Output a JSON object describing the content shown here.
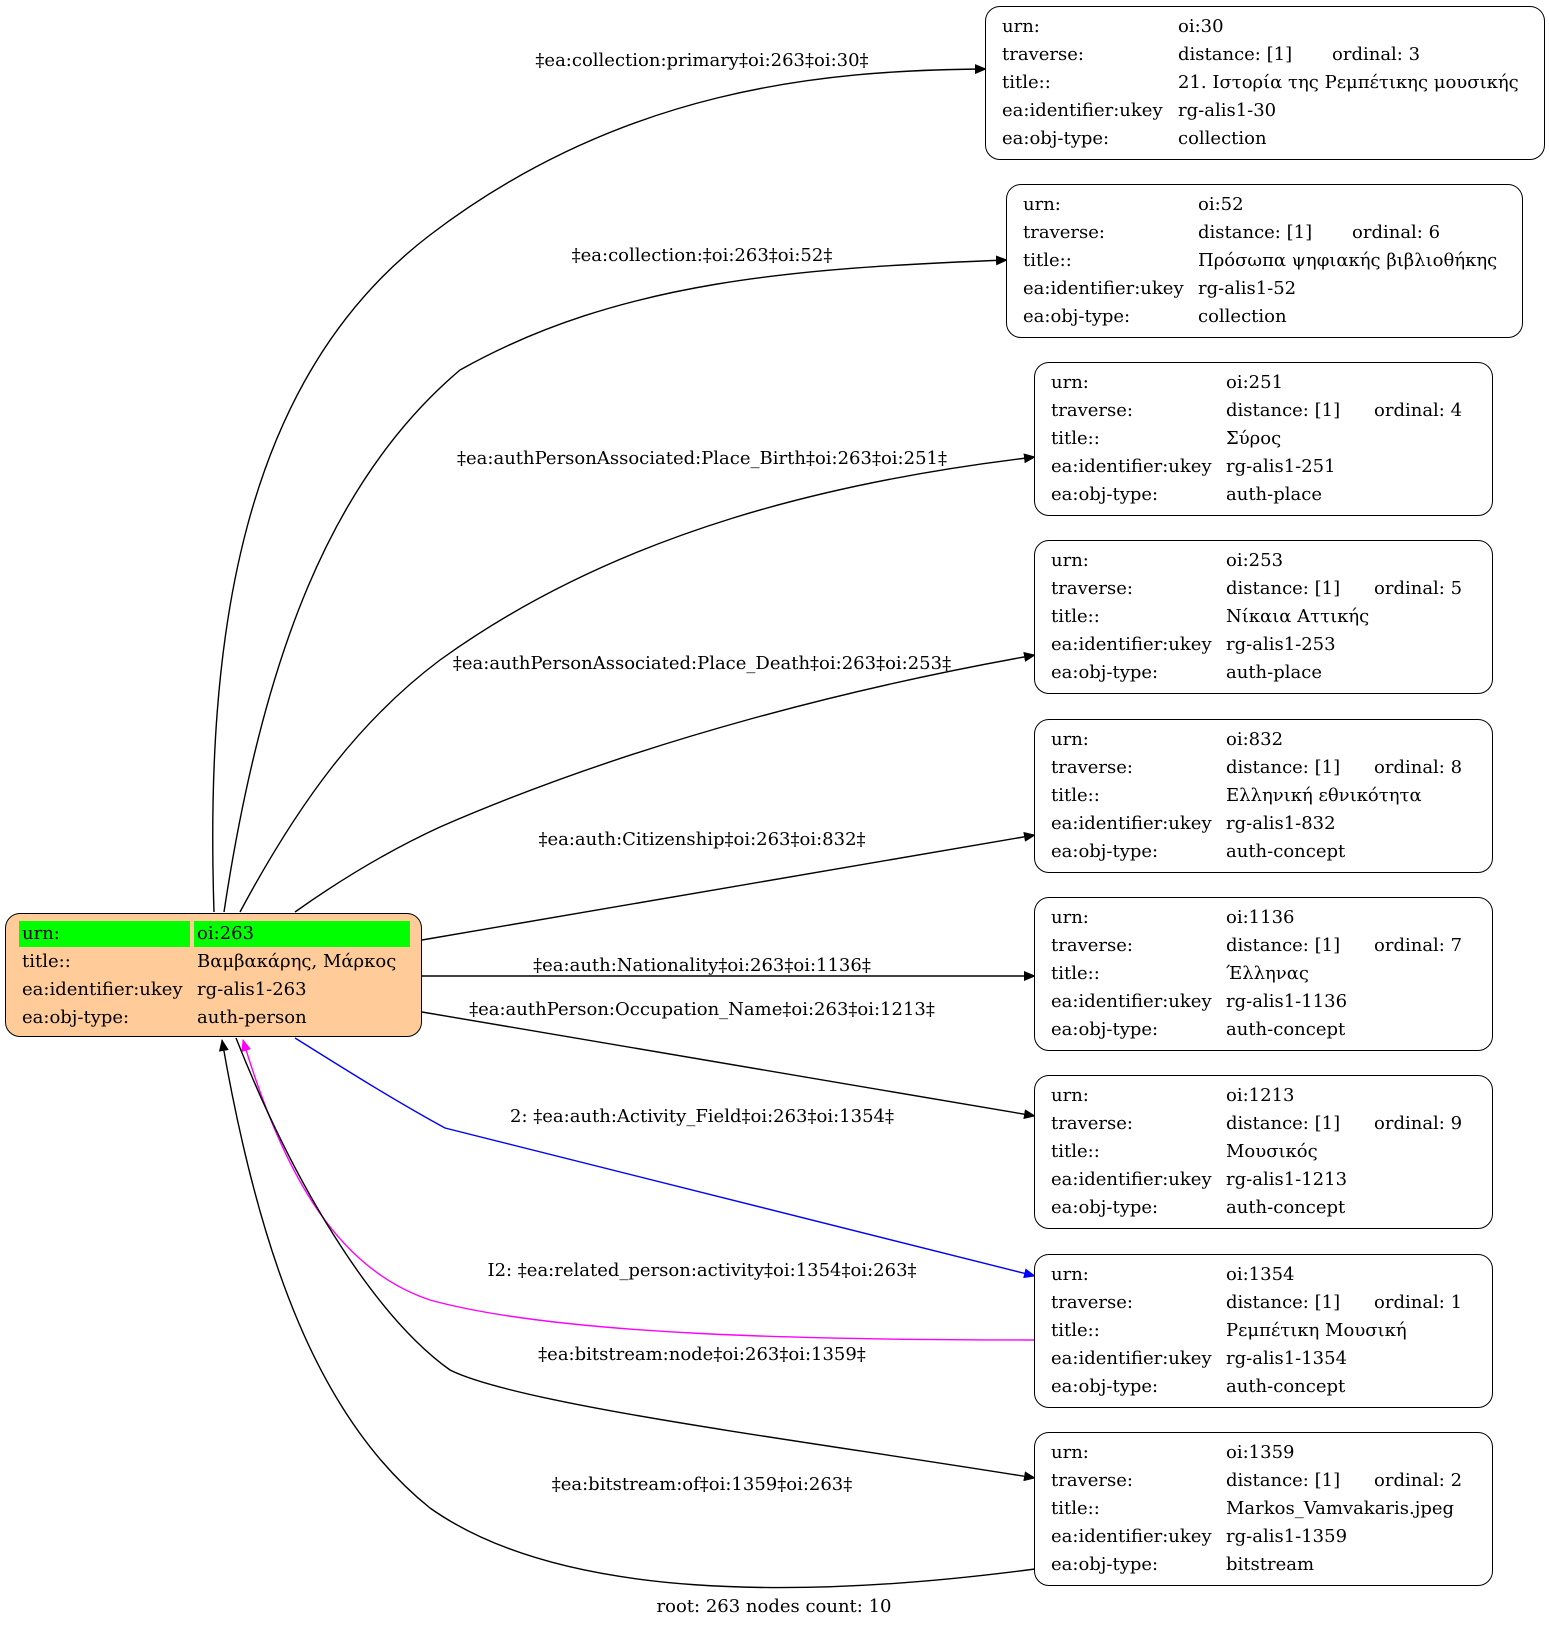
{
  "root": {
    "rows": [
      {
        "key": "urn:",
        "value": "oi:263"
      },
      {
        "key": "title::",
        "value": "Βαμβακάρης, Μάρκος"
      },
      {
        "key": "ea:identifier:ukey",
        "value": "rg-alis1-263"
      },
      {
        "key": "ea:obj-type:",
        "value": "auth-person"
      }
    ],
    "fill_color": "#ffcc99",
    "highlight_color": "#00ff00"
  },
  "nodes": [
    {
      "urn": "oi:30",
      "distance": "distance: [1]",
      "ordinal": "ordinal: 3",
      "title": "21. Ιστορία της Ρεμπέτικης μουσικής",
      "ukey": "rg-alis1-30",
      "obj_type": "collection"
    },
    {
      "urn": "oi:52",
      "distance": "distance: [1]",
      "ordinal": "ordinal: 6",
      "title": "Πρόσωπα ψηφιακής βιβλιοθήκης",
      "ukey": "rg-alis1-52",
      "obj_type": "collection"
    },
    {
      "urn": "oi:251",
      "distance": "distance: [1]",
      "ordinal": "ordinal: 4",
      "title": "Σύρος",
      "ukey": "rg-alis1-251",
      "obj_type": "auth-place"
    },
    {
      "urn": "oi:253",
      "distance": "distance: [1]",
      "ordinal": "ordinal: 5",
      "title": "Νίκαια Αττικής",
      "ukey": "rg-alis1-253",
      "obj_type": "auth-place"
    },
    {
      "urn": "oi:832",
      "distance": "distance: [1]",
      "ordinal": "ordinal: 8",
      "title": "Ελληνική εθνικότητα",
      "ukey": "rg-alis1-832",
      "obj_type": "auth-concept"
    },
    {
      "urn": "oi:1136",
      "distance": "distance: [1]",
      "ordinal": "ordinal: 7",
      "title": "Έλληνας",
      "ukey": "rg-alis1-1136",
      "obj_type": "auth-concept"
    },
    {
      "urn": "oi:1213",
      "distance": "distance: [1]",
      "ordinal": "ordinal: 9",
      "title": "Μουσικός",
      "ukey": "rg-alis1-1213",
      "obj_type": "auth-concept"
    },
    {
      "urn": "oi:1354",
      "distance": "distance: [1]",
      "ordinal": "ordinal: 1",
      "title": "Ρεμπέτικη Μουσική",
      "ukey": "rg-alis1-1354",
      "obj_type": "auth-concept"
    },
    {
      "urn": "oi:1359",
      "distance": "distance: [1]",
      "ordinal": "ordinal: 2",
      "title": "Markos_Vamvakaris.jpeg",
      "ukey": "rg-alis1-1359",
      "obj_type": "bitstream"
    }
  ],
  "labels": {
    "urn": "urn:",
    "traverse": "traverse:",
    "title": "title::",
    "ukey": "ea:identifier:ukey",
    "obj_type": "ea:obj-type:"
  },
  "edges": [
    {
      "label": "‡ea:collection:primary‡oi:263‡oi:30‡",
      "color": "#000000"
    },
    {
      "label": "‡ea:collection:‡oi:263‡oi:52‡",
      "color": "#000000"
    },
    {
      "label": "‡ea:authPersonAssociated:Place_Birth‡oi:263‡oi:251‡",
      "color": "#000000"
    },
    {
      "label": "‡ea:authPersonAssociated:Place_Death‡oi:263‡oi:253‡",
      "color": "#000000"
    },
    {
      "label": "‡ea:auth:Citizenship‡oi:263‡oi:832‡",
      "color": "#000000"
    },
    {
      "label": "‡ea:auth:Nationality‡oi:263‡oi:1136‡",
      "color": "#000000"
    },
    {
      "label": "‡ea:authPerson:Occupation_Name‡oi:263‡oi:1213‡",
      "color": "#000000"
    },
    {
      "label": "2: ‡ea:auth:Activity_Field‡oi:263‡oi:1354‡",
      "color": "#0000ff"
    },
    {
      "label": "I2: ‡ea:related_person:activity‡oi:1354‡oi:263‡",
      "color": "#ff00ff"
    },
    {
      "label": "‡ea:bitstream:node‡oi:263‡oi:1359‡",
      "color": "#000000"
    },
    {
      "label": "‡ea:bitstream:of‡oi:1359‡oi:263‡",
      "color": "#000000"
    }
  ],
  "footer": "root: 263 nodes count: 10"
}
